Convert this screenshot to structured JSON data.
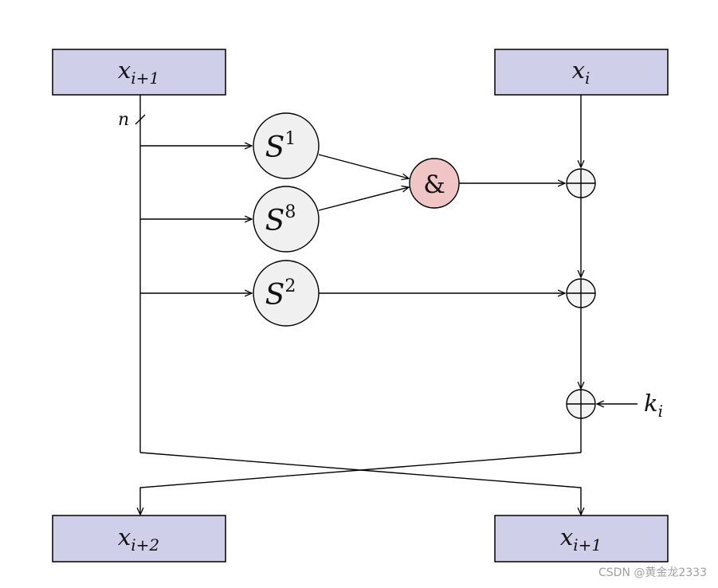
{
  "diagram": {
    "boxes": {
      "top_left": {
        "main": "x",
        "sub": "i+1"
      },
      "top_right": {
        "main": "x",
        "sub": "i"
      },
      "bottom_left": {
        "main": "x",
        "sub": "i+2"
      },
      "bottom_right": {
        "main": "x",
        "sub": "i+1"
      }
    },
    "shifts": {
      "s1": {
        "main": "S",
        "sup": "1"
      },
      "s8": {
        "main": "S",
        "sup": "8"
      },
      "s2": {
        "main": "S",
        "sup": "2"
      }
    },
    "and_label": "&",
    "width_label": "n",
    "key": {
      "main": "k",
      "sub": "i"
    }
  },
  "watermark": "CSDN @黄金龙2333",
  "colors": {
    "box_fill": "#cfcfe9",
    "and_fill": "#efc5c5",
    "shift_fill": "#f0f0f0"
  }
}
